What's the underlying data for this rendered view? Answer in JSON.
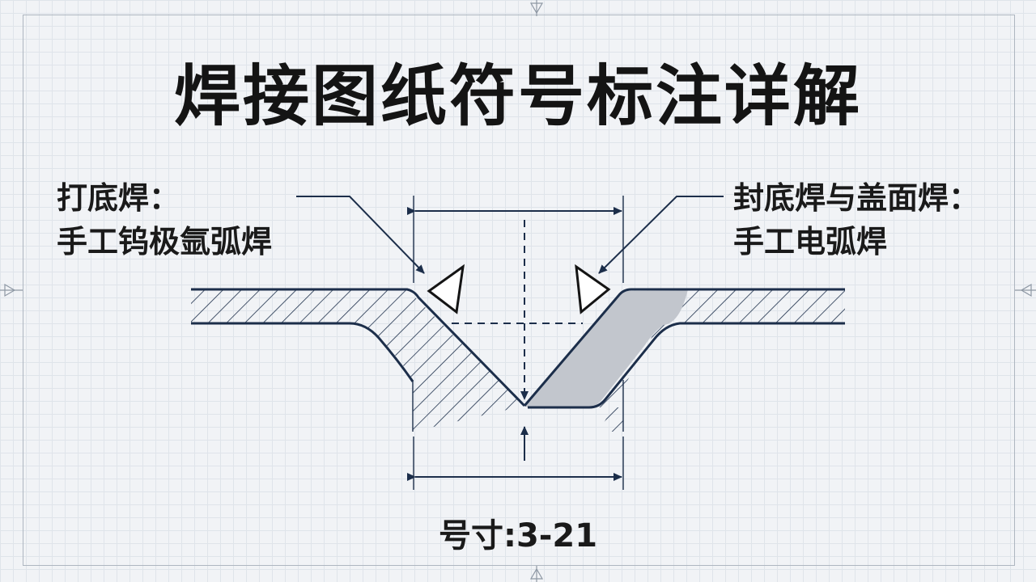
{
  "title": "焊接图纸符号标注详解",
  "left_annotation": {
    "line1": "打底焊：",
    "line2": "手工钨极氩弧焊"
  },
  "right_annotation": {
    "line1": "封底焊与盖面焊：",
    "line2": "手工电弧焊"
  },
  "size_label": "号寸:3-21",
  "colors": {
    "outline": "#1c2e4a",
    "filled_weld": "#c2c6cd",
    "grid": "#dfe4ea",
    "background": "#f1f3f6",
    "text": "#1a1a1a"
  },
  "icons": [
    "weld-triangle-symbol-left",
    "weld-triangle-symbol-right",
    "frame-marker-icon"
  ]
}
